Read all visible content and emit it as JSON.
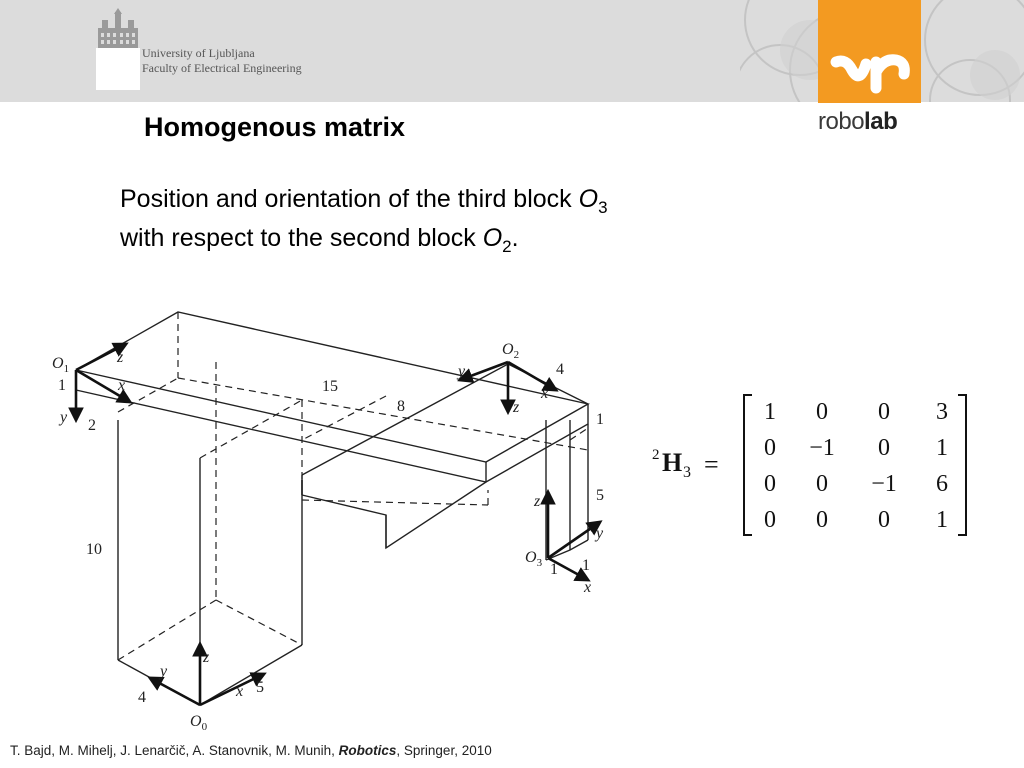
{
  "header": {
    "university_line1": "University of Ljubljana",
    "university_line2": "Faculty of Electrical Engineering",
    "lab_name_light": "robo",
    "lab_name_bold": "lab",
    "lab_logo_letters": "LR",
    "brand_color": "#f39a21"
  },
  "slide": {
    "title": "Homogenous matrix",
    "desc_line1_text": "Position and orientation of the third block ",
    "desc_line1_sym": "O",
    "desc_line1_sub": "3",
    "desc_line2_text": "with respect to the second block ",
    "desc_line2_sym": "O",
    "desc_line2_sub": "2",
    "desc_line2_end": "."
  },
  "diagram": {
    "frames": [
      {
        "origin": "O",
        "sub": "0",
        "axes": [
          "x",
          "y",
          "z"
        ]
      },
      {
        "origin": "O",
        "sub": "1",
        "axes": [
          "x",
          "y",
          "z"
        ]
      },
      {
        "origin": "O",
        "sub": "2",
        "axes": [
          "x",
          "y",
          "z"
        ]
      },
      {
        "origin": "O",
        "sub": "3",
        "axes": [
          "x",
          "y",
          "z"
        ]
      }
    ],
    "dimensions": [
      "15",
      "8",
      "10",
      "4",
      "5",
      "1",
      "2",
      "4",
      "5",
      "1",
      "1",
      "1"
    ]
  },
  "matrix": {
    "superscript": "2",
    "symbol": "H",
    "subscript": "3",
    "equals": "=",
    "rows": [
      [
        "1",
        "0",
        "0",
        "3"
      ],
      [
        "0",
        "−1",
        "0",
        "1"
      ],
      [
        "0",
        "0",
        "−1",
        "6"
      ],
      [
        "0",
        "0",
        "0",
        "1"
      ]
    ]
  },
  "citation": {
    "authors": "T. Bajd, M. Mihelj, J. Lenarčič, A. Stanovnik, M. Munih, ",
    "book": "Robotics",
    "publisher": ", Springer, 2010"
  }
}
